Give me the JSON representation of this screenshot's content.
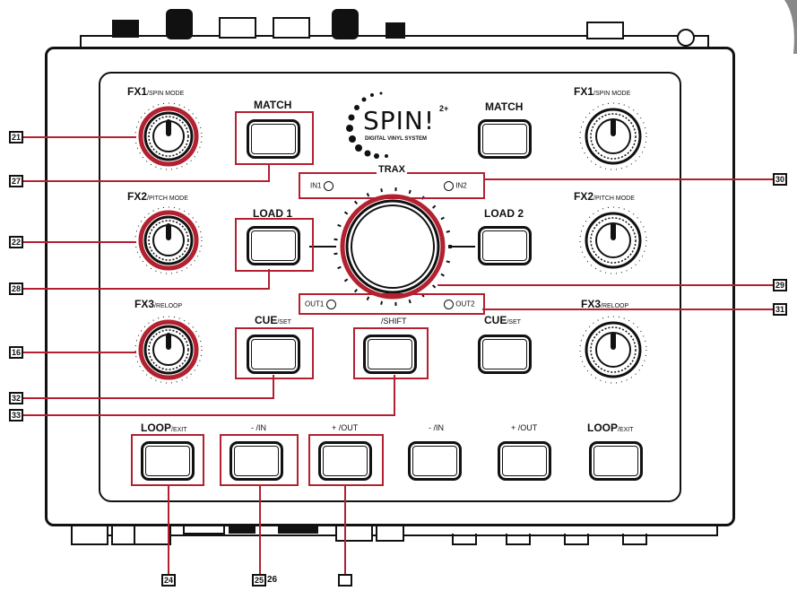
{
  "logo": {
    "name": "SPIN!",
    "superscript": "2+",
    "tagline": "DIGITAL VINYL SYSTEM"
  },
  "left": {
    "fx1": {
      "main": "FX1",
      "sub": "/SPIN MODE"
    },
    "fx2": {
      "main": "FX2",
      "sub": "/PITCH MODE"
    },
    "fx3": {
      "main": "FX3",
      "sub": "/RELOOP"
    },
    "match": "MATCH",
    "load": "LOAD 1",
    "cue": {
      "main": "CUE",
      "sub": "/SET"
    },
    "loop": {
      "main": "LOOP",
      "sub": "/EXIT"
    },
    "in": "- /IN",
    "out": "+ /OUT"
  },
  "right": {
    "fx1": {
      "main": "FX1",
      "sub": "/SPIN MODE"
    },
    "fx2": {
      "main": "FX2",
      "sub": "/PITCH MODE"
    },
    "fx3": {
      "main": "FX3",
      "sub": "/RELOOP"
    },
    "match": "MATCH",
    "load": "LOAD 2",
    "cue": {
      "main": "CUE",
      "sub": "/SET"
    },
    "loop": {
      "main": "LOOP",
      "sub": "/EXIT"
    },
    "in": "- /IN",
    "out": "+ /OUT"
  },
  "center": {
    "trax": "TRAX",
    "shift": "/SHIFT",
    "in1": "IN1",
    "in2": "IN2",
    "out1": "OUT1",
    "out2": "OUT2"
  },
  "callouts": [
    "21",
    "27",
    "22",
    "28",
    "16",
    "32",
    "33",
    "30",
    "29",
    "31",
    "24",
    "25",
    "26",
    ""
  ],
  "colors": {
    "highlight": "#b32030",
    "ink": "#111111"
  }
}
